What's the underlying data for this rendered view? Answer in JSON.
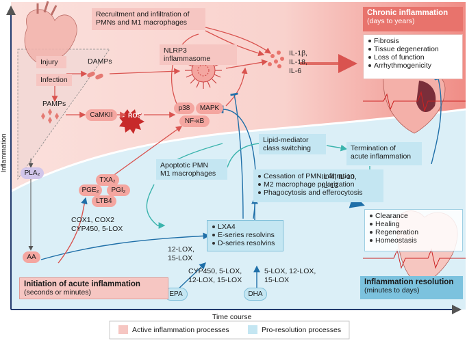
{
  "axes": {
    "y_label": "Inflammation",
    "x_label": "Time course"
  },
  "chronic": {
    "title": "Chronic inflammation",
    "subtitle": "(days to years)",
    "items": [
      "Fibrosis",
      "Tissue degeneration",
      "Loss of function",
      "Arrhythmogenicity"
    ]
  },
  "recruitment": {
    "line1": "Recruitment and infiltration of",
    "line2": "PMNs and M1 macrophages"
  },
  "nlrp3": "NLRP3 inflammasome",
  "cytokines_pro": [
    "IL-1β,",
    "IL-18,",
    "IL-6"
  ],
  "injury": "Injury",
  "infection": "Infection",
  "damps": "DAMPs",
  "pamps": "PAMPs",
  "camkii": "CaMKII",
  "ros": "ROS",
  "p38": "p38",
  "mapk": "MAPK",
  "nfkb": "NF-κB",
  "pla2": "PLA₂",
  "aa": "AA",
  "prostanoids": {
    "txa2": "TXA₂",
    "pge2": "PGE₂",
    "pgi2": "PGI₂",
    "ltb4": "LTB4"
  },
  "cox": [
    "COX1, COX2",
    "CYP450, 5-LOX"
  ],
  "apoptotic": {
    "line1": "Apoptotic PMN",
    "line2": "M1 macrophages"
  },
  "lipid_switch": {
    "line1": "Lipid-mediator",
    "line2": "class switching"
  },
  "termination": {
    "line1": "Termination of",
    "line2": "acute inflammation"
  },
  "cessation": [
    "Cessation of PMN infiltration",
    "M2 macrophage polarization",
    "Phagocytosis and efferocytosis"
  ],
  "cytokines_anti": [
    "IL-4, IL-10,",
    "IL-13"
  ],
  "resolution_items": [
    "Clearance",
    "Healing",
    "Regeneration",
    "Homeostasis"
  ],
  "mediators": [
    "LXA4",
    "E-series resolvins",
    "D-series resolvins"
  ],
  "lox_aa": [
    "12-LOX,",
    "15-LOX"
  ],
  "epa": "EPA",
  "dha": "DHA",
  "epa_enzymes": [
    "CYP450, 5-LOX,",
    "12-LOX, 15-LOX"
  ],
  "dha_enzymes": [
    "5-LOX, 12-LOX,",
    "15-LOX"
  ],
  "initiation": {
    "title": "Initiation of acute inflammation",
    "subtitle": "(seconds or minutes)"
  },
  "resolution": {
    "title": "Inflammation resolution",
    "subtitle": "(minutes to days)"
  },
  "legend": [
    {
      "label": "Active inflammation processes",
      "color": "#f6c6c2"
    },
    {
      "label": "Pro-resolution processes",
      "color": "#c4e6f2"
    }
  ],
  "colors": {
    "pink_bg": "#fbe1dc",
    "pink_dark": "#f4a6a0",
    "blue_bg": "#dbeff7",
    "red_arrow": "#d9534f",
    "blue_arrow": "#1f6fa8",
    "teal_arrow": "#3bb4ad"
  }
}
